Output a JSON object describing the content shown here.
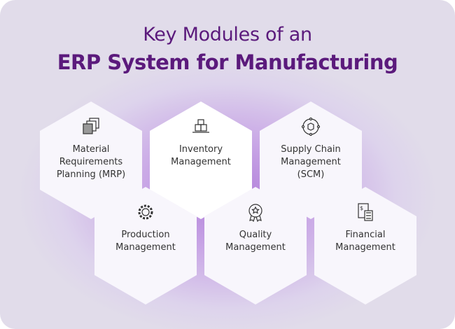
{
  "title": {
    "line1": "Key Modules of an",
    "line2": "ERP System for Manufacturing"
  },
  "modules": [
    {
      "label": "Material Requirements Planning (MRP)",
      "icon": "stacked-sheets-icon"
    },
    {
      "label": "Inventory Management",
      "icon": "boxes-icon"
    },
    {
      "label": "Supply Chain Management (SCM)",
      "icon": "network-box-icon"
    },
    {
      "label": "Production Management",
      "icon": "gear-icon"
    },
    {
      "label": "Quality Management",
      "icon": "award-badge-icon"
    },
    {
      "label": "Financial Management",
      "icon": "calculator-invoice-icon"
    }
  ],
  "colors": {
    "title": "#5b1a7c",
    "glow": "#b07ed9",
    "background": "#e1dcea"
  }
}
